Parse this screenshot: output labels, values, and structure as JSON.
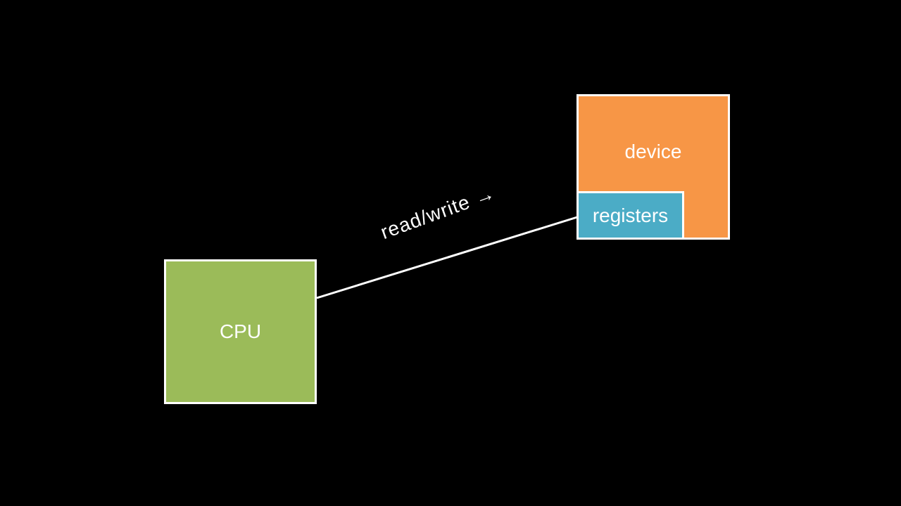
{
  "nodes": {
    "cpu": {
      "label": "CPU",
      "color": "#9bbb59"
    },
    "device": {
      "label": "device",
      "color": "#f79646"
    },
    "registers": {
      "label": "registers",
      "color": "#4bacc6"
    }
  },
  "edges": [
    {
      "from": "CPU",
      "to": "registers",
      "label": "read/write →"
    }
  ],
  "colors": {
    "background": "#000000",
    "border": "#ffffff",
    "text": "#ffffff"
  }
}
